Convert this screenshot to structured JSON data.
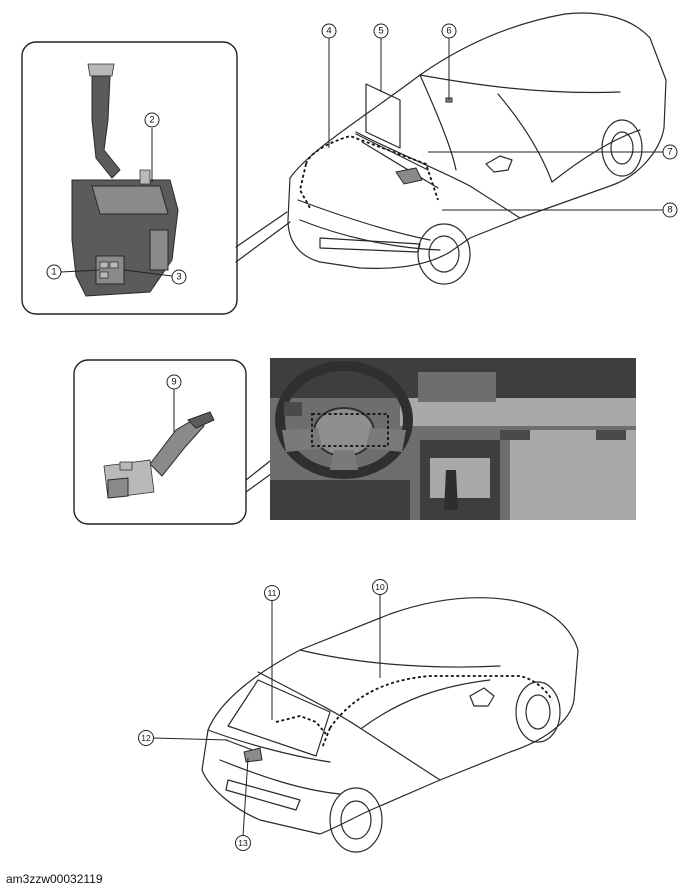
{
  "callouts": [
    {
      "label": "1"
    },
    {
      "label": "2"
    },
    {
      "label": "3"
    },
    {
      "label": "4"
    },
    {
      "label": "5"
    },
    {
      "label": "6"
    },
    {
      "label": "7"
    },
    {
      "label": "8"
    },
    {
      "label": "9"
    },
    {
      "label": "10"
    },
    {
      "label": "11"
    },
    {
      "label": "12"
    },
    {
      "label": "13"
    }
  ],
  "figure_id": "am3zzw00032119"
}
